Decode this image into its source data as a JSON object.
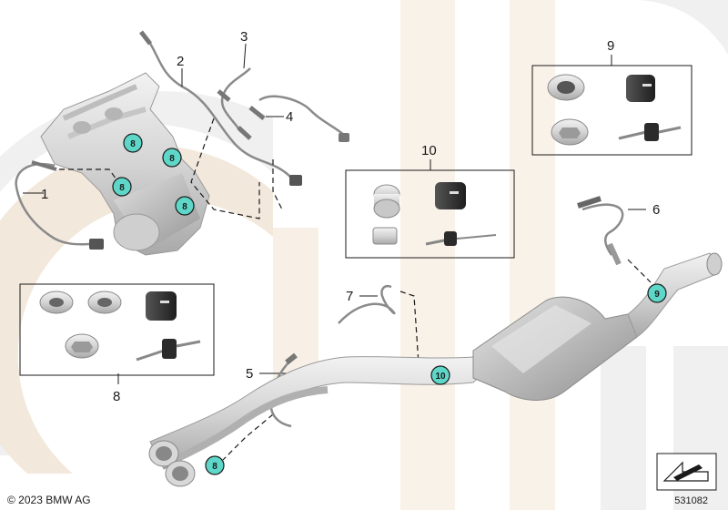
{
  "callouts": {
    "c1": "1",
    "c2": "2",
    "c3": "3",
    "c4": "4",
    "c5": "5",
    "c6": "6",
    "c7": "7",
    "c8": "8",
    "c9": "9",
    "c10": "10"
  },
  "markers": {
    "m8": "8",
    "m9": "9",
    "m10": "10"
  },
  "footer": {
    "copyright": "© 2023 BMW AG",
    "diagram_number": "531082"
  },
  "colors": {
    "marker_fill": "#5ed6c8",
    "watermark": "#f3e6d6",
    "watermark_gray": "#ececec",
    "line": "#1a1a1a"
  }
}
